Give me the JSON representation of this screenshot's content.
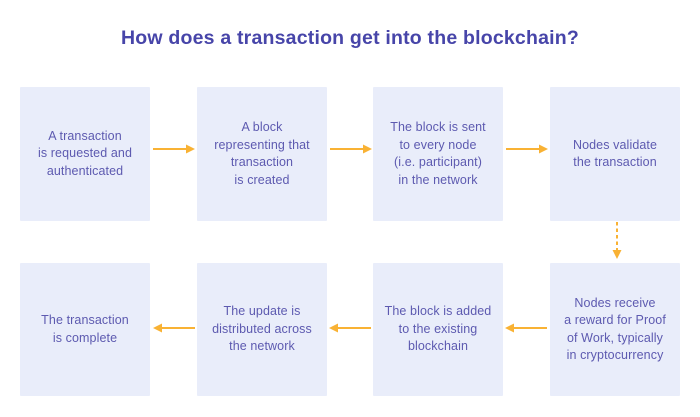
{
  "title": "How does a transaction get into the blockchain?",
  "colors": {
    "background": "#ffffff",
    "box_bg": "#e9edfa",
    "title": "#4745a9",
    "text": "#5d5ab0",
    "arrow": "#f9b234"
  },
  "steps": [
    {
      "id": 1,
      "text": "A transaction\nis requested and\nauthenticated"
    },
    {
      "id": 2,
      "text": "A block\nrepresenting that\ntransaction\nis created"
    },
    {
      "id": 3,
      "text": "The block is sent\nto every node\n(i.e. participant)\nin the network"
    },
    {
      "id": 4,
      "text": "Nodes validate\nthe transaction"
    },
    {
      "id": 5,
      "text": "Nodes receive\na reward for Proof\nof Work, typically\nin cryptocurrency"
    },
    {
      "id": 6,
      "text": "The block is added\nto the existing\nblockchain"
    },
    {
      "id": 7,
      "text": "The update is\ndistributed across\nthe network"
    },
    {
      "id": 8,
      "text": "The transaction\nis complete"
    }
  ],
  "connections": [
    {
      "from": 1,
      "to": 2,
      "direction": "right",
      "style": "solid"
    },
    {
      "from": 2,
      "to": 3,
      "direction": "right",
      "style": "solid"
    },
    {
      "from": 3,
      "to": 4,
      "direction": "right",
      "style": "solid"
    },
    {
      "from": 4,
      "to": 5,
      "direction": "down",
      "style": "dashed"
    },
    {
      "from": 5,
      "to": 6,
      "direction": "left",
      "style": "solid"
    },
    {
      "from": 6,
      "to": 7,
      "direction": "left",
      "style": "solid"
    },
    {
      "from": 7,
      "to": 8,
      "direction": "left",
      "style": "solid"
    }
  ]
}
